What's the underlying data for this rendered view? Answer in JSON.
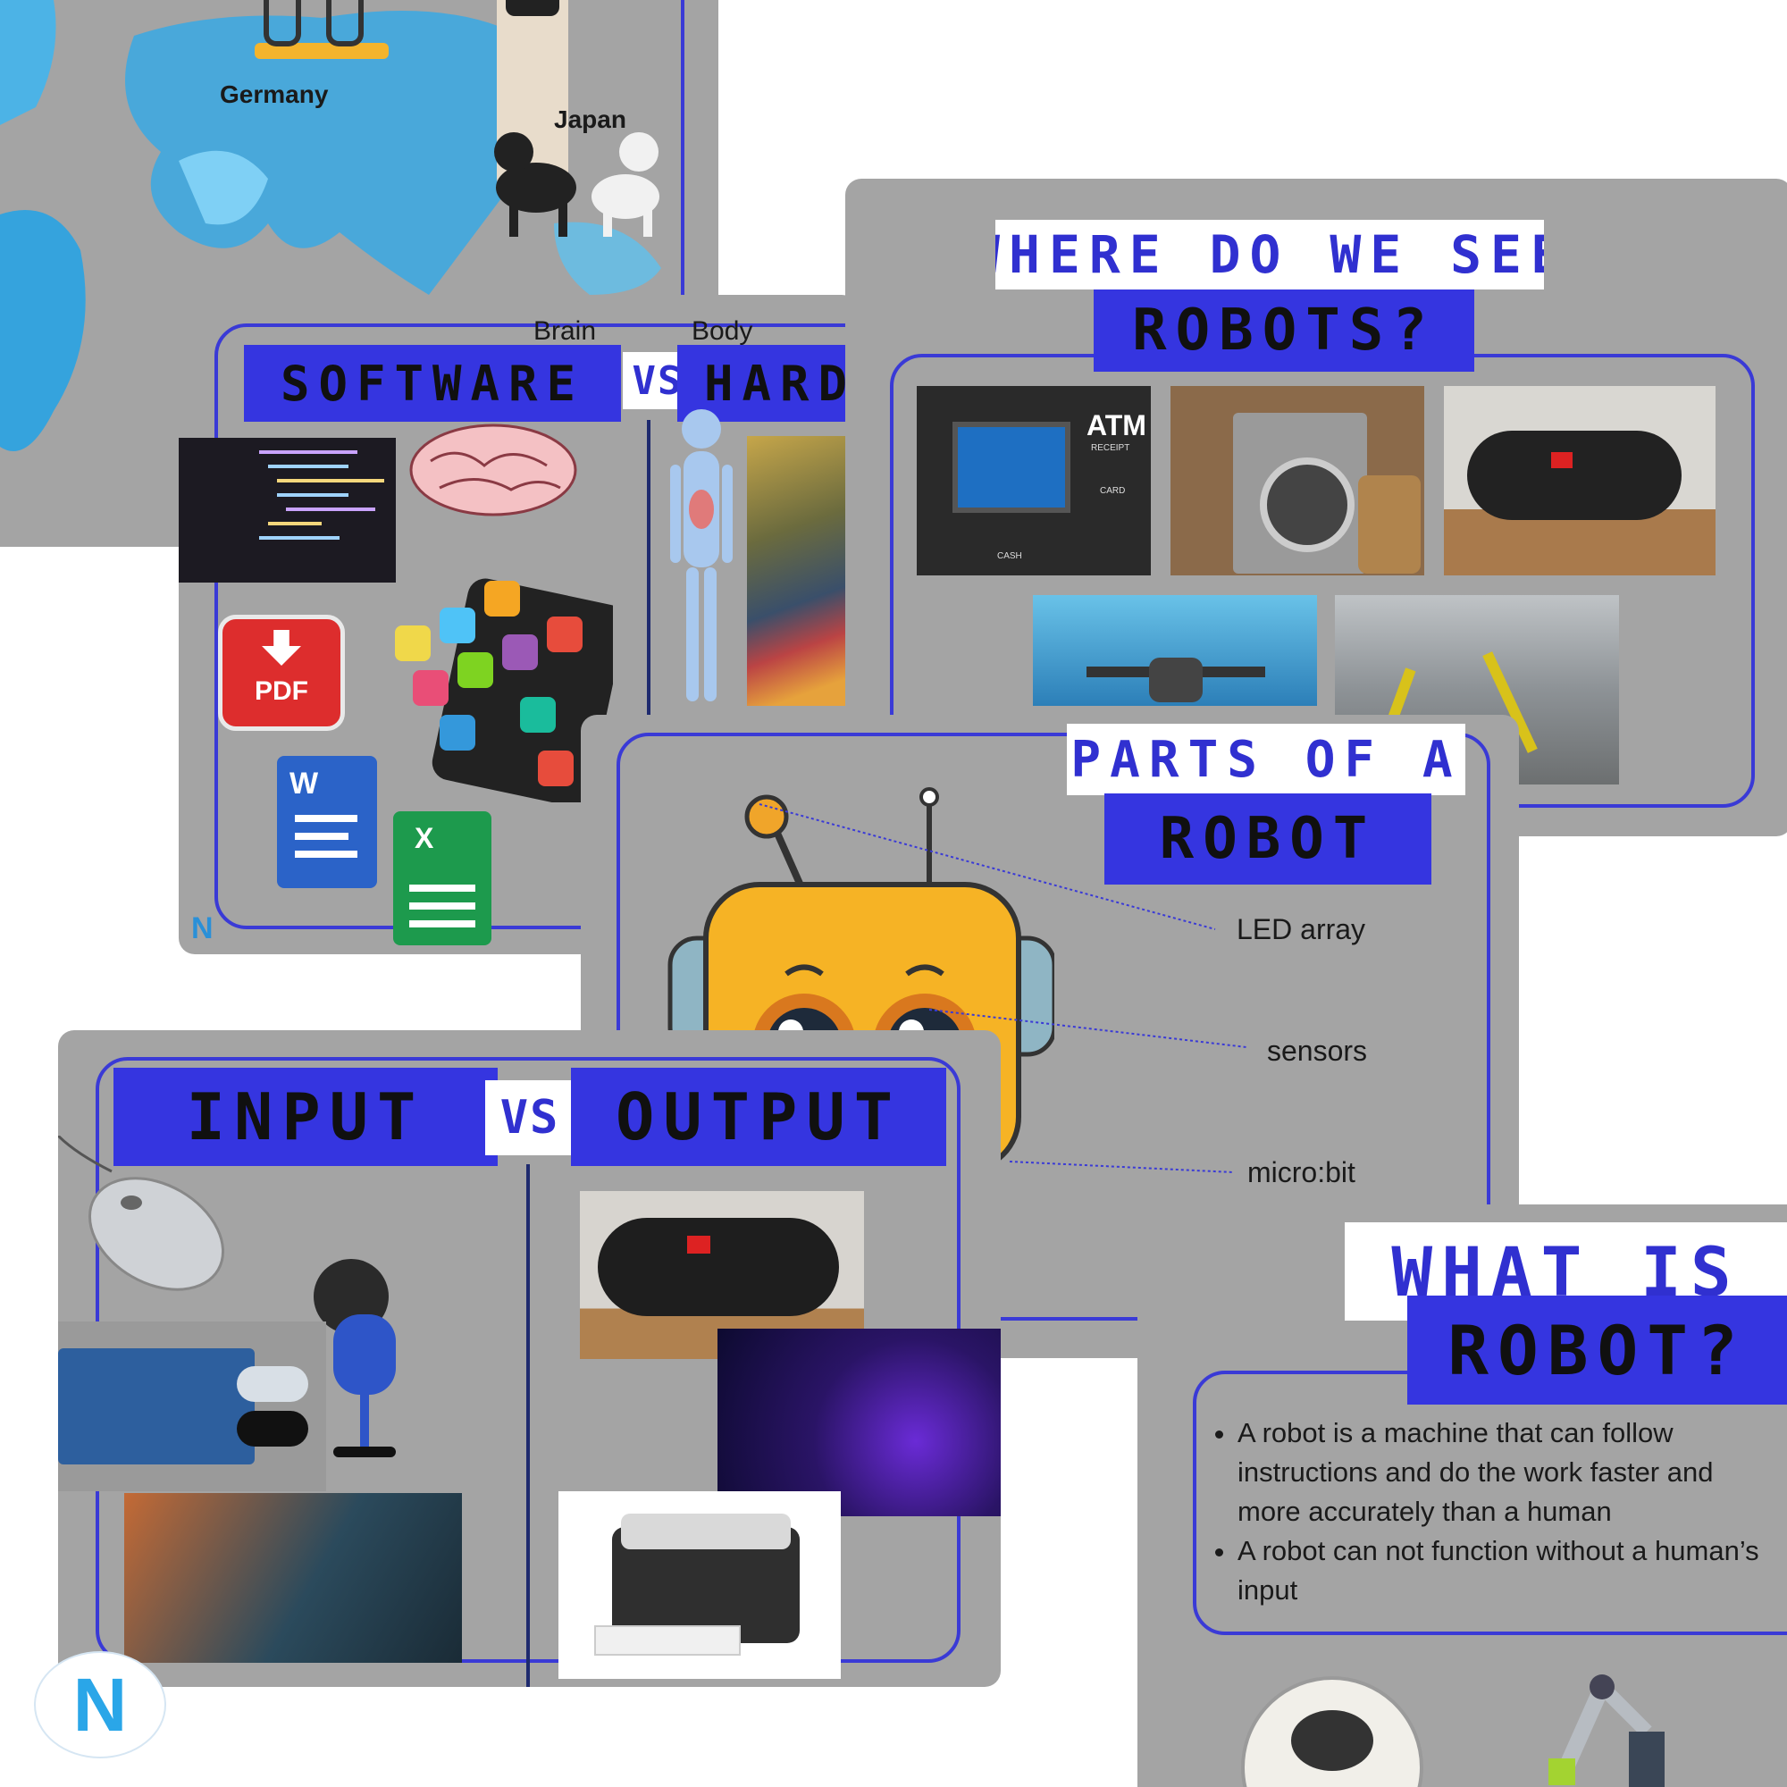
{
  "map_slide": {
    "germany": "Germany",
    "japan": "Japan"
  },
  "software_slide": {
    "brain": "Brain",
    "body": "Body",
    "left_title": "SOFTWARE",
    "vs": "VS",
    "right_title": "HARD",
    "pdf_label": "PDF",
    "word_letter": "W",
    "excel_letter": "X"
  },
  "where_slide": {
    "line1": "WHERE DO WE SEE",
    "line2": "ROBOTS?",
    "atm_label": "ATM",
    "atm_receipt": "RECEIPT",
    "atm_card": "CARD",
    "atm_cash": "CASH"
  },
  "parts_slide": {
    "line1": "PARTS OF A",
    "line2": "ROBOT",
    "labels": [
      "LED array",
      "sensors",
      "micro:bit"
    ]
  },
  "io_slide": {
    "left_title": "INPUT",
    "vs": "VS",
    "right_title": "OUTPUT"
  },
  "what_slide": {
    "line1": "WHAT IS",
    "line2": "ROBOT?",
    "bullets": [
      "A robot is a machine that can follow instructions and do the work faster and more accurately than a human",
      "A robot can not function without a human’s input"
    ]
  },
  "logo": {
    "letter": "N"
  },
  "colors": {
    "accent_blue": "#3535e0",
    "slide_gray": "#a4a4a4",
    "frame_blue": "#3a3ad6"
  }
}
